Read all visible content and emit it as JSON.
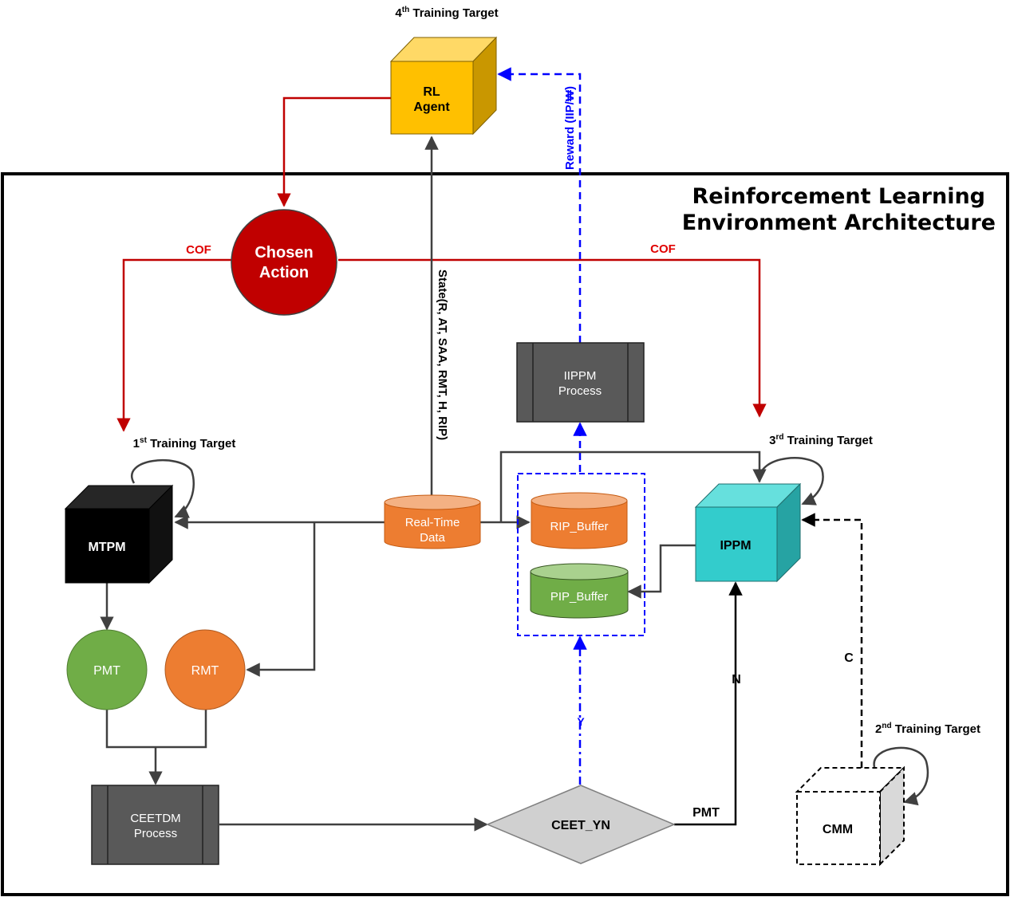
{
  "title_line1": "Reinforcement Learning",
  "title_line2": "Environment Architecture",
  "nodes": {
    "rl_agent": [
      "RL",
      "Agent"
    ],
    "chosen_action": [
      "Chosen",
      "Action"
    ],
    "iippm": [
      "IIPPM",
      "Process"
    ],
    "mtpm": "MTPM",
    "real_time_data": [
      "Real-Time",
      "Data"
    ],
    "rip_buffer": "RIP_Buffer",
    "pip_buffer": "PIP_Buffer",
    "ippm": "IPPM",
    "pmt": "PMT",
    "rmt": "RMT",
    "ceetdm": [
      "CEETDM",
      "Process"
    ],
    "ceet_yn": "CEET_YN",
    "cmm": "CMM"
  },
  "training_targets": {
    "first": {
      "ordinal": "1",
      "sup": "st",
      "rest": " Training Target"
    },
    "second": {
      "ordinal": "2",
      "sup": "nd",
      "rest": " Training Target"
    },
    "third": {
      "ordinal": "3",
      "sup": "rd",
      "rest": " Training Target"
    },
    "fourth": {
      "ordinal": "4",
      "sup": "th",
      "rest": " Training Target"
    }
  },
  "edge_labels": {
    "cof_left": "COF",
    "cof_right": "COF",
    "state": "State(R, AT, SAA, RMT, H, RIP)",
    "reward": "Reward (IIP/₩)",
    "y": "Y",
    "n": "N",
    "c": "C",
    "pmt": "PMT"
  },
  "colors": {
    "rl_agent": "#FFC000",
    "chosen_action": "#C00000",
    "red_flow": "#C00000",
    "blue_flow": "#0000FF",
    "process_box": "#595959",
    "real_time_data": "#ED7D31",
    "pip_buffer": "#70AD47",
    "ippm": "#33CCCC",
    "pmt": "#70AD47",
    "rmt": "#ED7D31",
    "decision": "#D0D0D0",
    "mtpm": "#000000"
  }
}
